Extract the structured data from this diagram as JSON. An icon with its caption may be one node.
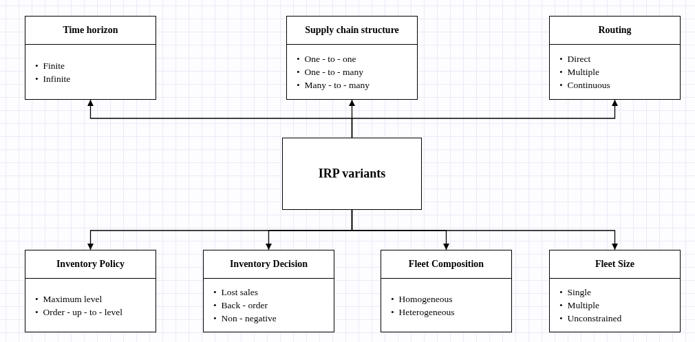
{
  "diagram": {
    "nodes": [
      {
        "text": [
          "Time horizon",
          "•  Finite",
          "•  Infinite"
        ]
      },
      {
        "text": [
          "Supply chain structure",
          "•  One - to - one",
          "•  One - to - many",
          "•  Many - to - many"
        ]
      },
      {
        "text": [
          "Routing",
          "•  Direct",
          "•  Multiple",
          "•  Continuous"
        ]
      },
      {
        "text": [
          "IRP variants"
        ]
      },
      {
        "text": [
          "Inventory Policy",
          "•  Maximum level",
          "•  Order - up - to - level"
        ]
      },
      {
        "text": [
          "Inventory Decision",
          "•  Lost sales",
          "•  Back - order",
          "•  Non - negative"
        ]
      },
      {
        "text": [
          "Fleet Composition",
          "•  Homogeneous",
          "•  Heterogeneous"
        ]
      },
      {
        "text": [
          "Fleet Size",
          "•  Single",
          "•  Multiple",
          "•  Unconstrained"
        ]
      }
    ],
    "edges": [
      {
        "from": 3,
        "to": 0,
        "arrow": "to"
      },
      {
        "from": 3,
        "to": 1,
        "arrow": "to"
      },
      {
        "from": 3,
        "to": 2,
        "arrow": "to"
      },
      {
        "from": 3,
        "to": 4,
        "arrow": "to"
      },
      {
        "from": 3,
        "to": 5,
        "arrow": "to"
      },
      {
        "from": 3,
        "to": 6,
        "arrow": "to"
      },
      {
        "from": 3,
        "to": 7,
        "arrow": "to"
      }
    ]
  }
}
